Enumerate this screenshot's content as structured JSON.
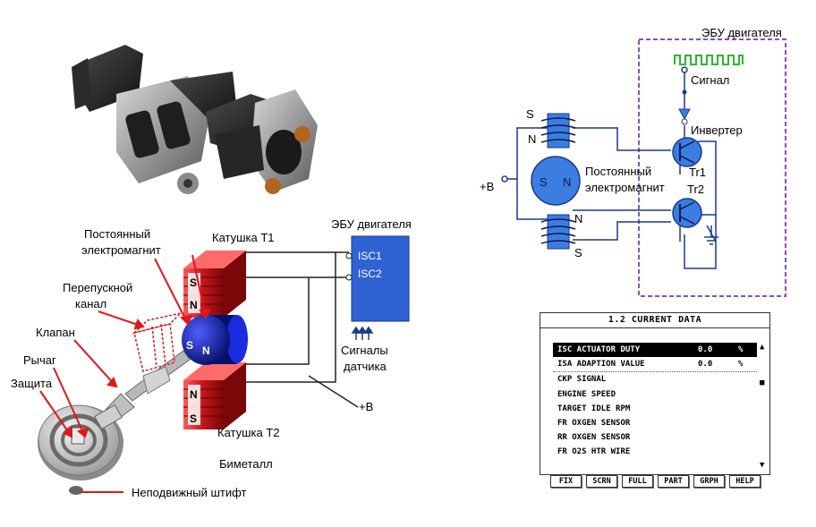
{
  "photo": {},
  "left_diagram": {
    "permanent_magnet_label": [
      "Постоянный",
      "электромагнит"
    ],
    "coil_t1_label": "Катушка Т1",
    "coil_t2_label": "Катушка Т2",
    "ecu_label": "ЭБУ двигателя",
    "isc1": "ISC1",
    "isc2": "ISC2",
    "sensor_signals_label": [
      "Сигналы",
      "датчика"
    ],
    "plus_b": "+B",
    "bypass_label": [
      "Перепускной",
      "канал"
    ],
    "valve_label": "Клапан",
    "lever_label": "Рычаг",
    "guard_label": "Защита",
    "bimetal_label": "Биметалл",
    "fixed_pin_label": "Неподвижный штифт",
    "pole_s": "S",
    "pole_n": "N",
    "colors": {
      "coil": "#c0161c",
      "magnet": "#0a1aa8",
      "ecu": "#2f63d3"
    }
  },
  "right_diagram": {
    "ecu_label": "ЭБУ двигателя",
    "signal_label": "Сигнал",
    "inverter_label": "Инвертер",
    "magnet_label": [
      "Постоянный",
      "электромагнит"
    ],
    "tr1": "Tr1",
    "tr2": "Tr2",
    "plus_b": "+B",
    "pole_s": "S",
    "pole_n": "N",
    "colors": {
      "wire": "#1a3a8a",
      "dashed_box": "#8a4cc4",
      "component": "#3b7de0",
      "signal": "#2fb52f"
    }
  },
  "scanner": {
    "title": "1.2 CURRENT DATA",
    "rows": [
      {
        "label": "ISC ACTUATOR DUTY",
        "value": "0.0",
        "unit": "%"
      },
      {
        "label": "ISA ADAPTION VALUE",
        "value": "0.0",
        "unit": "%"
      },
      {
        "label": "CKP SIGNAL",
        "value": "",
        "unit": ""
      },
      {
        "label": "ENGINE SPEED",
        "value": "",
        "unit": ""
      },
      {
        "label": "TARGET IDLE RPM",
        "value": "",
        "unit": ""
      },
      {
        "label": "FR OXGEN SENSOR",
        "value": "",
        "unit": ""
      },
      {
        "label": "RR OXGEN SENSOR",
        "value": "",
        "unit": ""
      },
      {
        "label": "FR O2S HTR WIRE",
        "value": "",
        "unit": ""
      }
    ],
    "scroll_up": "▲",
    "scroll_thumb": "■",
    "scroll_down": "▼",
    "buttons": [
      "FIX",
      "SCRN",
      "FULL",
      "PART",
      "GRPH",
      "HELP"
    ]
  }
}
